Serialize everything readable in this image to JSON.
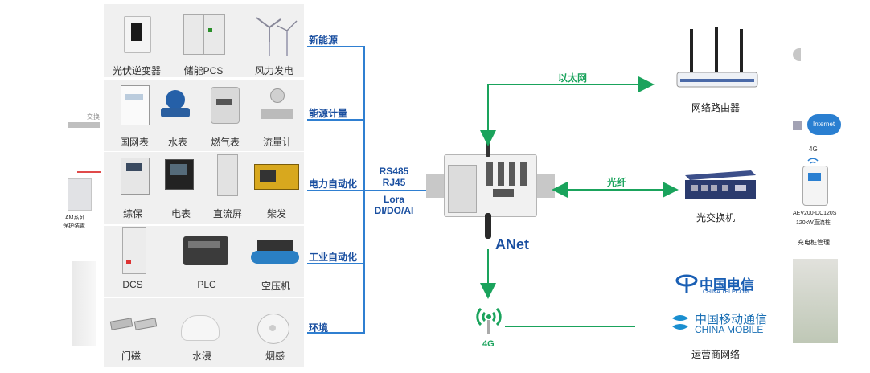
{
  "categories": [
    {
      "label": "新能源",
      "items": [
        "光伏逆变器",
        "储能PCS",
        "风力发电"
      ]
    },
    {
      "label": "能源计量",
      "items": [
        "国网表",
        "水表",
        "燃气表",
        "流量计"
      ]
    },
    {
      "label": "电力自动化",
      "items": [
        "综保",
        "电表",
        "直流屏",
        "柴发"
      ]
    },
    {
      "label": "工业自动化",
      "items": [
        "DCS",
        "PLC",
        "空压机"
      ]
    },
    {
      "label": "环境",
      "items": [
        "门磁",
        "水浸",
        "烟感"
      ]
    }
  ],
  "protocols": {
    "line1": "RS485",
    "line2": "RJ45",
    "line3": "Lora",
    "line4": "DI/DO/AI"
  },
  "gateway": {
    "name": "ANet"
  },
  "links": {
    "ethernet": "以太网",
    "fiber": "光纤",
    "cellular": "4G"
  },
  "targets": {
    "router": "网络路由器",
    "switch": "光交换机",
    "carriers": "运营商网络",
    "telecom_cn": "中国电信",
    "telecom_en": "CHINA TELECOM",
    "mobile_cn": "中国移动通信",
    "mobile_en": "CHINA MOBILE"
  },
  "left_edge": {
    "switch_label": "交换",
    "relay_label1": "AM系列",
    "relay_label2": "保护装置"
  },
  "right_edge": {
    "internet": "Internet",
    "net_4g": "4G",
    "charger1": "AEV200-DC120S",
    "charger2": "120kW直流桩",
    "charger_mgmt": "充电桩管理"
  },
  "colors": {
    "blue_line": "#2f7fd1",
    "green_line": "#1aa35c",
    "label_blue": "#1a4fa0"
  }
}
